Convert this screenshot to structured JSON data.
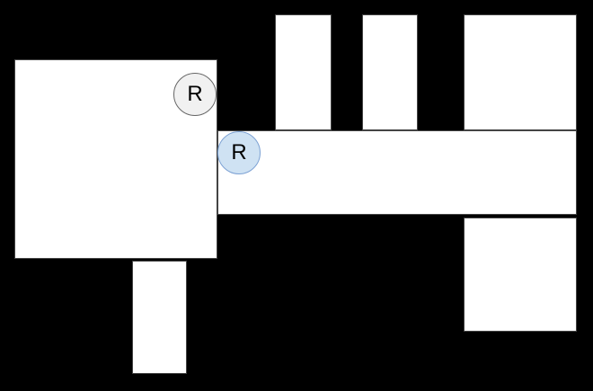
{
  "canvas": {
    "background_color": "#000000",
    "block_fill_color": "#ffffff",
    "block_border_color": "#444444"
  },
  "blocks": [
    {
      "name": "left-large-square"
    },
    {
      "name": "bottom-left-tall-rect"
    },
    {
      "name": "horizontal-bar"
    },
    {
      "name": "top-rect-1"
    },
    {
      "name": "top-rect-2"
    },
    {
      "name": "top-rect-3"
    },
    {
      "name": "bottom-right-rect"
    }
  ],
  "markers": {
    "gray": {
      "label": "R",
      "fill_color": "#f1f1f1",
      "border_color": "#666666"
    },
    "blue": {
      "label": "R",
      "fill_color": "#cfe2f3",
      "border_color": "#7da2d4"
    }
  }
}
